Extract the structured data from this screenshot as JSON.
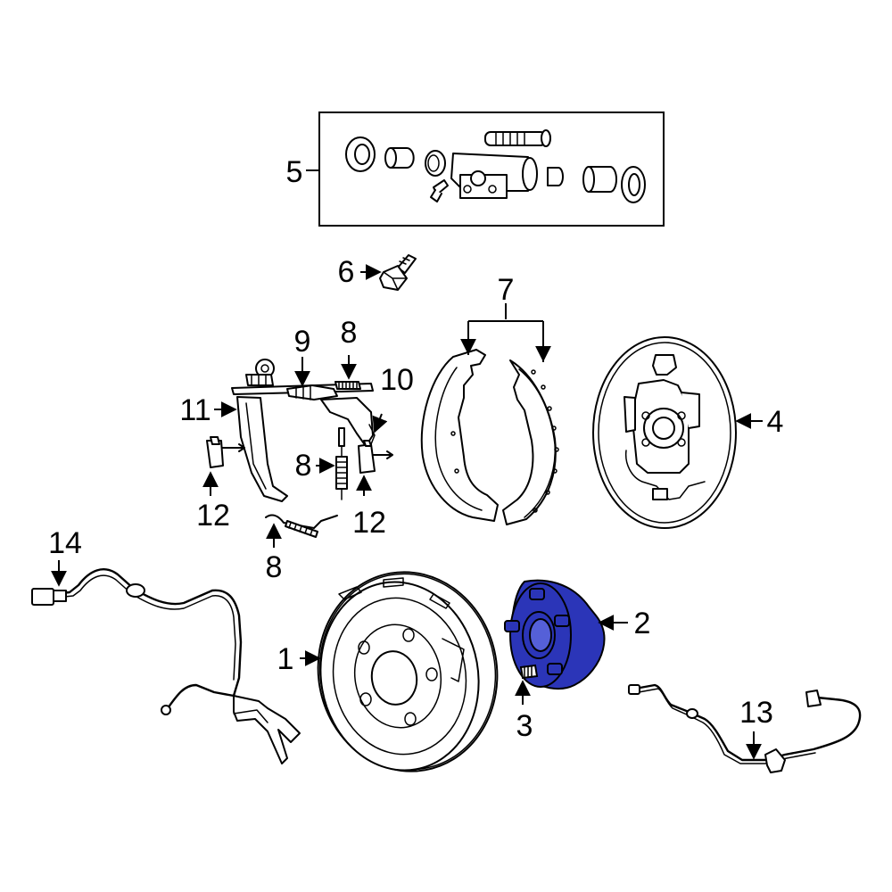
{
  "colors": {
    "highlight": "#2B35B8",
    "line": "#000000",
    "background": "#ffffff"
  },
  "callouts": {
    "c1": "1",
    "c2": "2",
    "c3": "3",
    "c4": "4",
    "c5": "5",
    "c6": "6",
    "c7": "7",
    "c8a": "8",
    "c8b": "8",
    "c8c": "8",
    "c9": "9",
    "c10": "10",
    "c11": "11",
    "c12a": "12",
    "c12b": "12",
    "c13": "13",
    "c14": "14"
  },
  "highlighted_part": "2"
}
